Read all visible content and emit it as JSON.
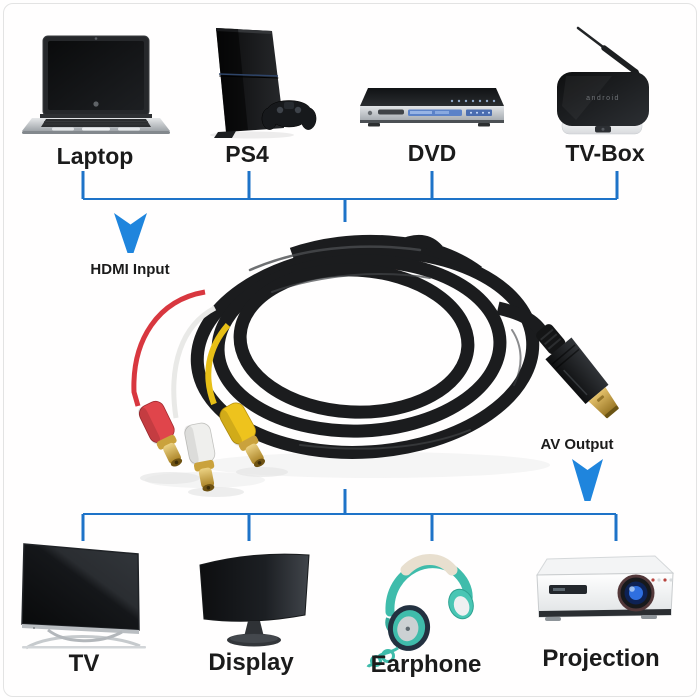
{
  "annotations": {
    "hdmi_input": "HDMI Input",
    "av_output": "AV Output"
  },
  "top_row": {
    "devices": [
      {
        "name": "laptop",
        "label": "Laptop"
      },
      {
        "name": "ps4",
        "label": "PS4"
      },
      {
        "name": "dvd",
        "label": "DVD"
      },
      {
        "name": "tv-box",
        "label": "TV-Box"
      }
    ]
  },
  "bottom_row": {
    "devices": [
      {
        "name": "tv",
        "label": "TV"
      },
      {
        "name": "display",
        "label": "Display"
      },
      {
        "name": "earphone",
        "label": "Earphone"
      },
      {
        "name": "projection",
        "label": "Projection"
      }
    ]
  },
  "tv_box_text": "android",
  "cable": {
    "left_connectors": [
      "rca-red",
      "rca-white",
      "rca-yellow"
    ],
    "right_connector": "hdmi"
  },
  "colors": {
    "connector_line_blue": "#1e73c8",
    "arrow_blue": "#1f85dd",
    "label_text": "#1b1b1b",
    "rca_red": "#e0454b",
    "rca_white": "#efefed",
    "rca_yellow": "#eec31d",
    "gold": "#caa23c",
    "cable_black": "#1b1c1e",
    "earphone_teal": "#3fbcab",
    "lens_blue": "#2f6fe0"
  }
}
